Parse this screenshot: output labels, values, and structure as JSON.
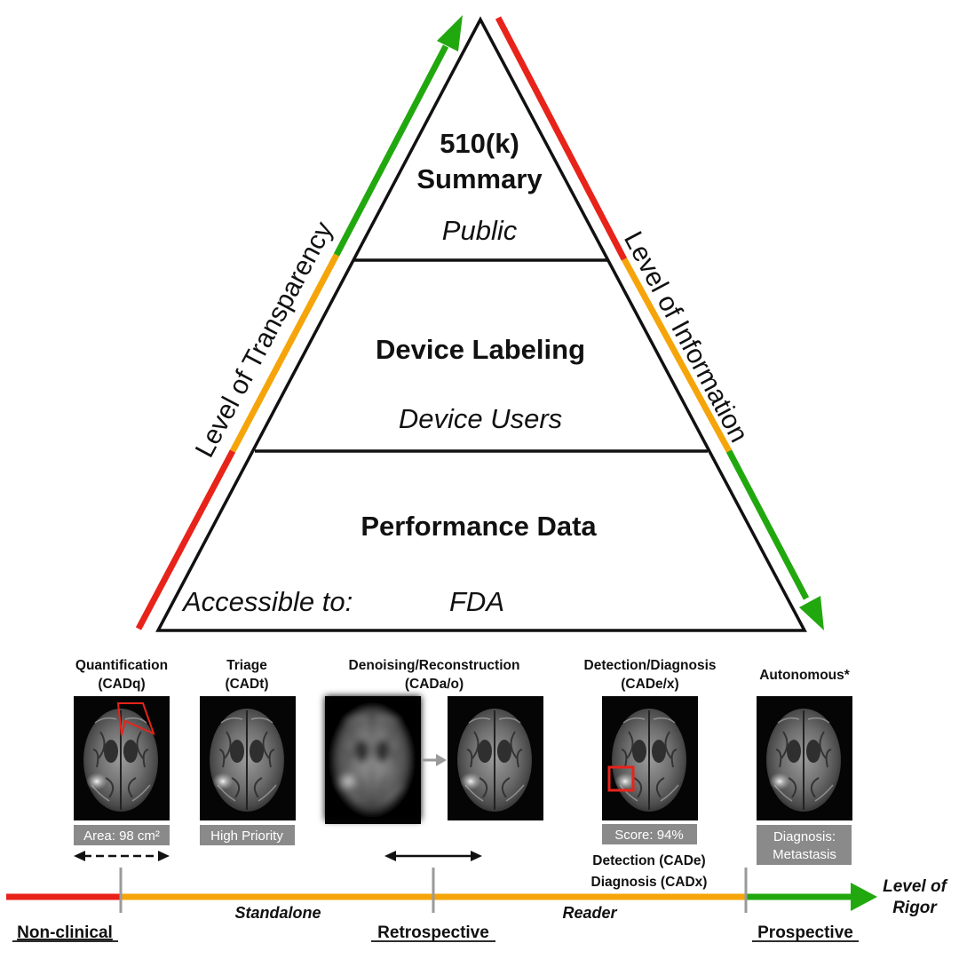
{
  "pyramid": {
    "tier1": {
      "title_line1": "510(k)",
      "title_line2": "Summary",
      "audience": "Public"
    },
    "tier2": {
      "title": "Device Labeling",
      "audience": "Device Users"
    },
    "tier3": {
      "title": "Performance Data",
      "accessible_label": "Accessible to:",
      "audience": "FDA"
    },
    "left_axis_label": "Level of Transparency",
    "right_axis_label": "Level of Information"
  },
  "categories": {
    "quantification": {
      "line1": "Quantification",
      "line2": "(CADq)",
      "caption": "Area: 98 cm²"
    },
    "triage": {
      "line1": "Triage",
      "line2": "(CADt)",
      "caption": "High Priority"
    },
    "denoising": {
      "line1": "Denoising/Reconstruction",
      "line2": "(CADa/o)"
    },
    "detection": {
      "line1": "Detection/Diagnosis",
      "line2": "(CADe/x)",
      "caption": "Score: 94%",
      "sub1": "Detection (CADe)",
      "sub2": "Diagnosis (CADx)"
    },
    "autonomous": {
      "line1": "Autonomous*",
      "caption_line1": "Diagnosis:",
      "caption_line2": "Metastasis"
    }
  },
  "rigor_axis": {
    "label_line1": "Level of",
    "label_line2": "Rigor",
    "segment_standalone": "Standalone",
    "segment_reader": "Reader",
    "milestones": [
      "Non-clinical",
      "Retrospective",
      "Prospective"
    ]
  },
  "colors": {
    "red": "#e8231a",
    "orange": "#f5a50a",
    "green": "#22a80f",
    "caption_bg": "#8a8a8a"
  }
}
